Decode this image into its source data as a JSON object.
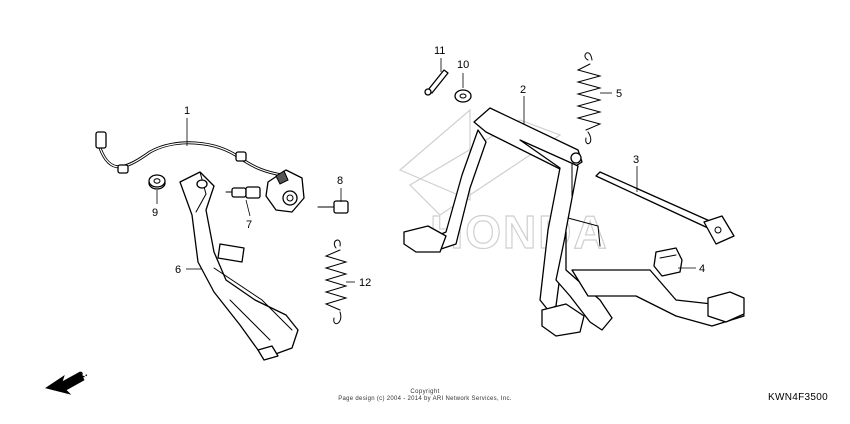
{
  "callouts": {
    "c1": "1",
    "c2": "2",
    "c3": "3",
    "c4": "4",
    "c5": "5",
    "c6": "6",
    "c7": "7",
    "c8": "8",
    "c9": "9",
    "c10": "10",
    "c11": "11",
    "c12": "12"
  },
  "front_indicator": "FR.",
  "watermark_text": "HONDA",
  "footer": {
    "copyright_title": "Copyright",
    "copyright_line": "Page design (c) 2004 - 2014 by ARI Network Services, Inc.",
    "diagram_code": "KWN4F3500"
  }
}
